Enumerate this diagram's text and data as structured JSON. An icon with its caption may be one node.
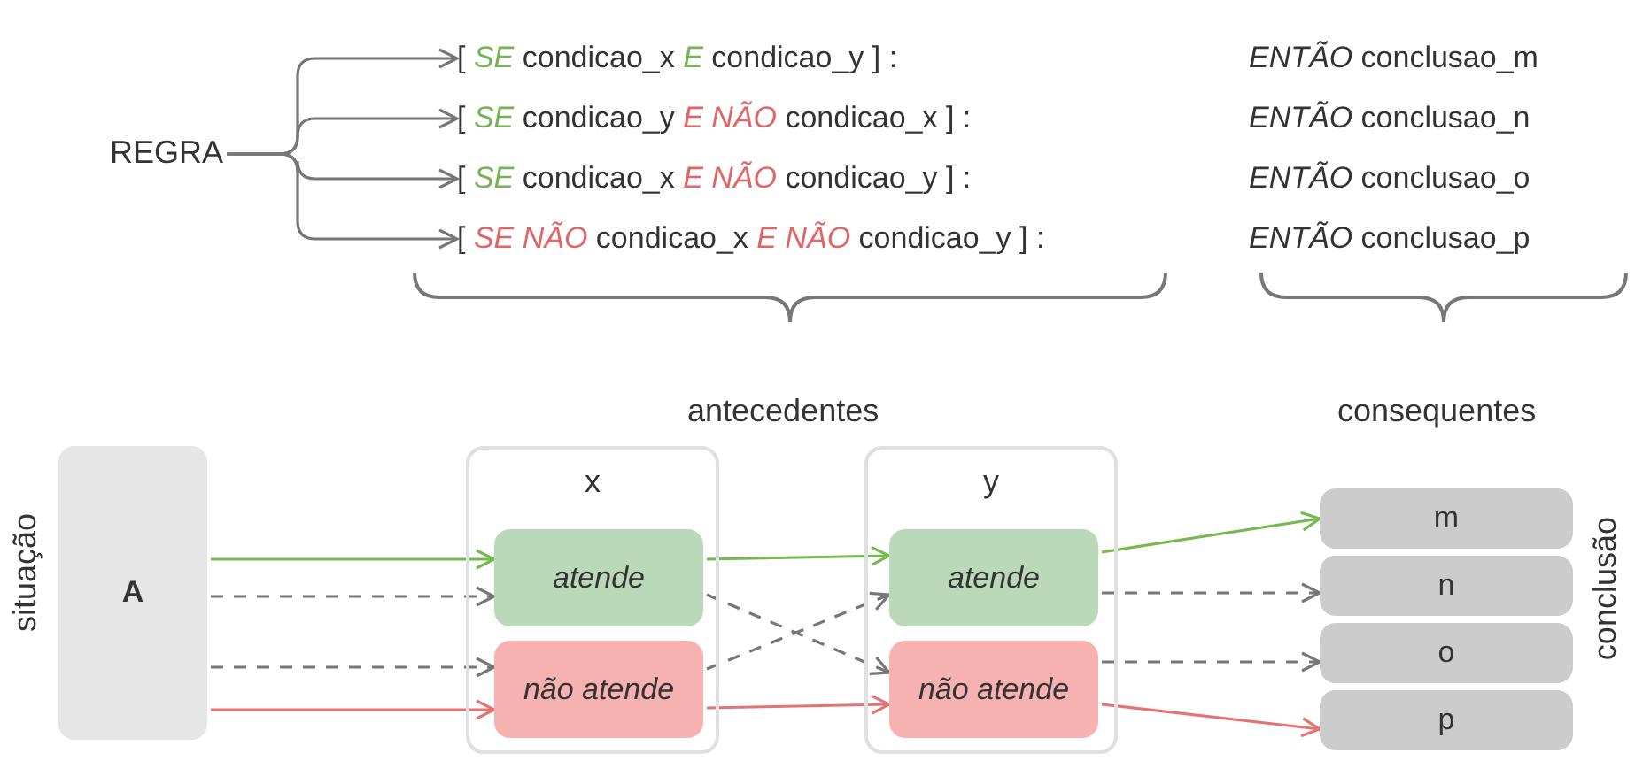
{
  "diagram": {
    "nodes": [
      {
        "text": [
          "REGRA"
        ]
      },
      {
        "text": [
          "[ *SE* condicao_x *E* condicao_y ] :"
        ]
      },
      {
        "text": [
          "[ *SE* condicao_y *E NÃO* condicao_x ] :"
        ]
      },
      {
        "text": [
          "[ *SE* condicao_x *E NÃO* condicao_y ] :"
        ]
      },
      {
        "text": [
          "[ *SE NÃO* condicao_x *E NÃO* condicao_y ] :"
        ]
      },
      {
        "text": [
          "A"
        ],
        "beside": [
          "situação"
        ]
      },
      {
        "text": [
          "x"
        ]
      },
      {
        "text": [
          "atende"
        ],
        "in": 6
      },
      {
        "text": [
          "não atende"
        ],
        "in": 6
      },
      {
        "text": [
          "y"
        ]
      },
      {
        "text": [
          "atende"
        ],
        "in": 9
      },
      {
        "text": [
          "não atende"
        ],
        "in": 9
      },
      {
        "text": [
          "m"
        ]
      },
      {
        "text": [
          "n"
        ]
      },
      {
        "text": [
          "o"
        ]
      },
      {
        "text": [
          "p"
        ]
      }
    ],
    "edges": [
      {
        "from": 0,
        "to": 1,
        "arrow": "to"
      },
      {
        "from": 0,
        "to": 2,
        "arrow": "to"
      },
      {
        "from": 0,
        "to": 3,
        "arrow": "to"
      },
      {
        "from": 0,
        "to": 4,
        "arrow": "to"
      },
      {
        "from": 5,
        "to": 7,
        "arrow": "to",
        "color": "#77b84f"
      },
      {
        "from": 5,
        "to": 7,
        "arrow": "to",
        "style": "dashed"
      },
      {
        "from": 5,
        "to": 8,
        "arrow": "to",
        "style": "dashed"
      },
      {
        "from": 5,
        "to": 8,
        "arrow": "to",
        "color": "#e57373"
      },
      {
        "from": 7,
        "to": 10,
        "arrow": "to",
        "color": "#77b84f"
      },
      {
        "from": 7,
        "to": 11,
        "arrow": "to",
        "style": "dashed"
      },
      {
        "from": 8,
        "to": 10,
        "arrow": "to",
        "style": "dashed"
      },
      {
        "from": 8,
        "to": 11,
        "arrow": "to",
        "color": "#e57373"
      },
      {
        "from": 10,
        "to": 12,
        "arrow": "to",
        "color": "#77b84f"
      },
      {
        "from": 10,
        "to": 13,
        "arrow": "to",
        "style": "dashed"
      },
      {
        "from": 11,
        "to": 14,
        "arrow": "to",
        "style": "dashed"
      },
      {
        "from": 11,
        "to": 15,
        "arrow": "to",
        "color": "#e57373"
      }
    ],
    "labels": [
      "*ENTÃO* conclusao_m",
      "*ENTÃO* conclusao_n",
      "*ENTÃO* conclusao_o",
      "*ENTÃO* conclusao_p",
      "antecedentes",
      "consequentes",
      "conclusão"
    ]
  }
}
